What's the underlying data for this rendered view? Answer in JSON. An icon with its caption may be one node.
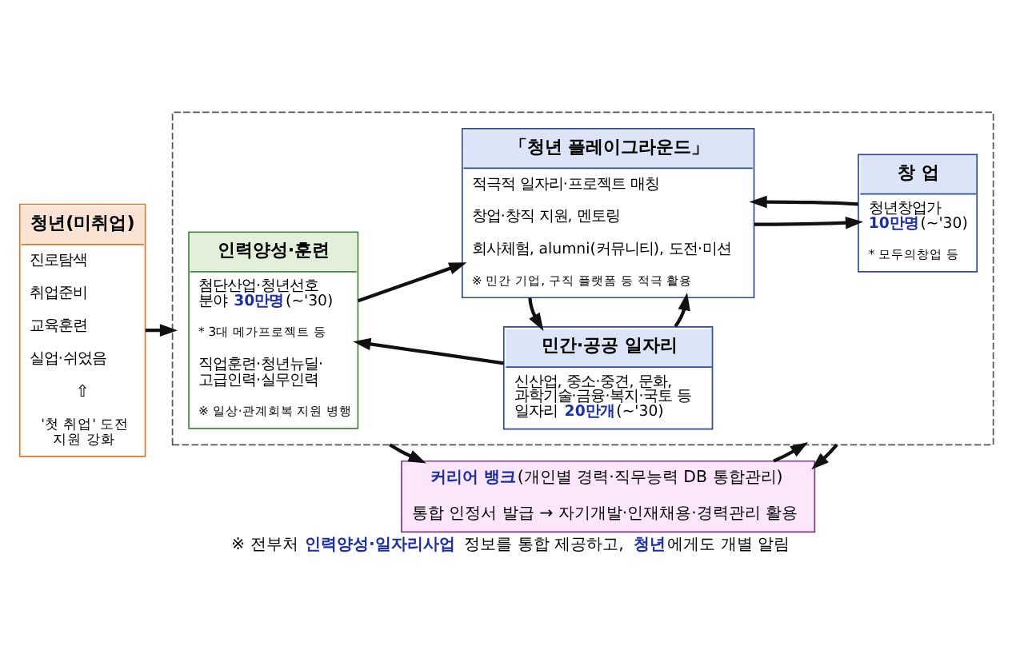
{
  "diagram": {
    "caption": "※ 전부처 **인력양성·일자리사업** 정보를 통합 제공하고, **청년**에게도 개별 알림",
    "nodes": [
      {
        "text": [
          "청년(미취업)",
          "진로탐색",
          "취업준비",
          "교육훈련",
          "실업·쉬었음",
          "⇧",
          "'첫 취업' 도전 지원 강화"
        ]
      },
      {
        "text": [],
        "shape": "box"
      },
      {
        "text": [
          "인력양성·훈련",
          "첨단산업·청년선호 분야 **30만명**(~'30)",
          "* 3대 메가프로젝트 등",
          "직업훈련·청년뉴딜·고급인력·실무인력",
          "※ 일상·관계회복 지원 병행"
        ],
        "in": 1
      },
      {
        "text": [
          "「청년 플레이그라운드」",
          "적극적 일자리·프로젝트 매칭",
          "창업·창직 지원, 멘토링",
          "회사체험, alumni(커뮤니티), 도전·미션",
          "※ 민간 기업, 구직 플랫폼 등 적극 활용"
        ],
        "in": 1
      },
      {
        "text": [
          "민간·공공 일자리",
          "신산업, 중소·중견, 문화, 과학기술·금융·복지·국토 등 일자리 **20만개**(~'30)"
        ],
        "in": 1
      },
      {
        "text": [
          "창 업",
          "청년창업가 **10만명**(~'30)",
          "* 모두의창업 등"
        ],
        "in": 1
      },
      {
        "text": [
          "**커리어 뱅크**(개인별 경력·직무능력 DB 통합관리)",
          "통합 인정서 발급 → 자기개발·인재채용·경력관리 활용"
        ]
      }
    ],
    "edges": [
      {
        "from": 0,
        "to": 1,
        "arrow": "to"
      },
      {
        "from": 2,
        "to": 3,
        "arrow": "to"
      },
      {
        "from": 4,
        "to": 3,
        "arrow": "to"
      },
      {
        "from": 3,
        "to": 4,
        "arrow": "to"
      },
      {
        "from": 5,
        "to": 3,
        "arrow": "to"
      },
      {
        "from": 3,
        "to": 5,
        "arrow": "to"
      },
      {
        "from": 4,
        "to": 2,
        "arrow": "to"
      },
      {
        "from": 1,
        "to": 6,
        "arrow": "to"
      },
      {
        "from": 6,
        "to": 1,
        "arrow": "to"
      },
      {
        "from": 1,
        "to": 6,
        "arrow": "to"
      }
    ]
  }
}
